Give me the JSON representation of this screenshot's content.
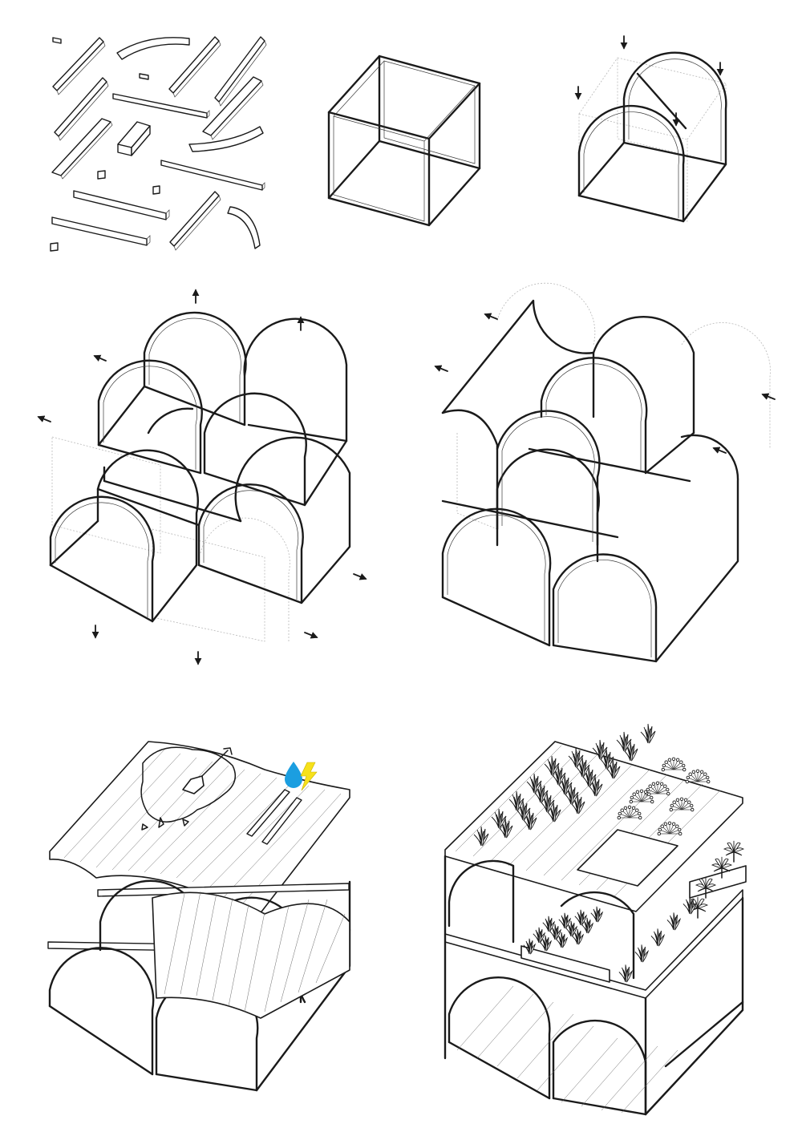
{
  "sheet": {
    "panels": [
      {
        "id": "p1",
        "depicts": "loose-timber-members"
      },
      {
        "id": "p2",
        "depicts": "cube-frame"
      },
      {
        "id": "p3",
        "depicts": "arch-module"
      },
      {
        "id": "p4",
        "depicts": "module-aggregation"
      },
      {
        "id": "p5",
        "depicts": "stacked-aggregation"
      },
      {
        "id": "p6",
        "depicts": "roof-sheathing-with-soil"
      },
      {
        "id": "p7",
        "depicts": "planted-structure"
      }
    ],
    "icons": {
      "water": "water-drop-icon",
      "energy": "lightning-bolt-icon",
      "shovel": "shovel-icon"
    },
    "colors": {
      "water": "#1b9ee0",
      "energy": "#f7e11a",
      "line": "#1a1a1a"
    }
  }
}
